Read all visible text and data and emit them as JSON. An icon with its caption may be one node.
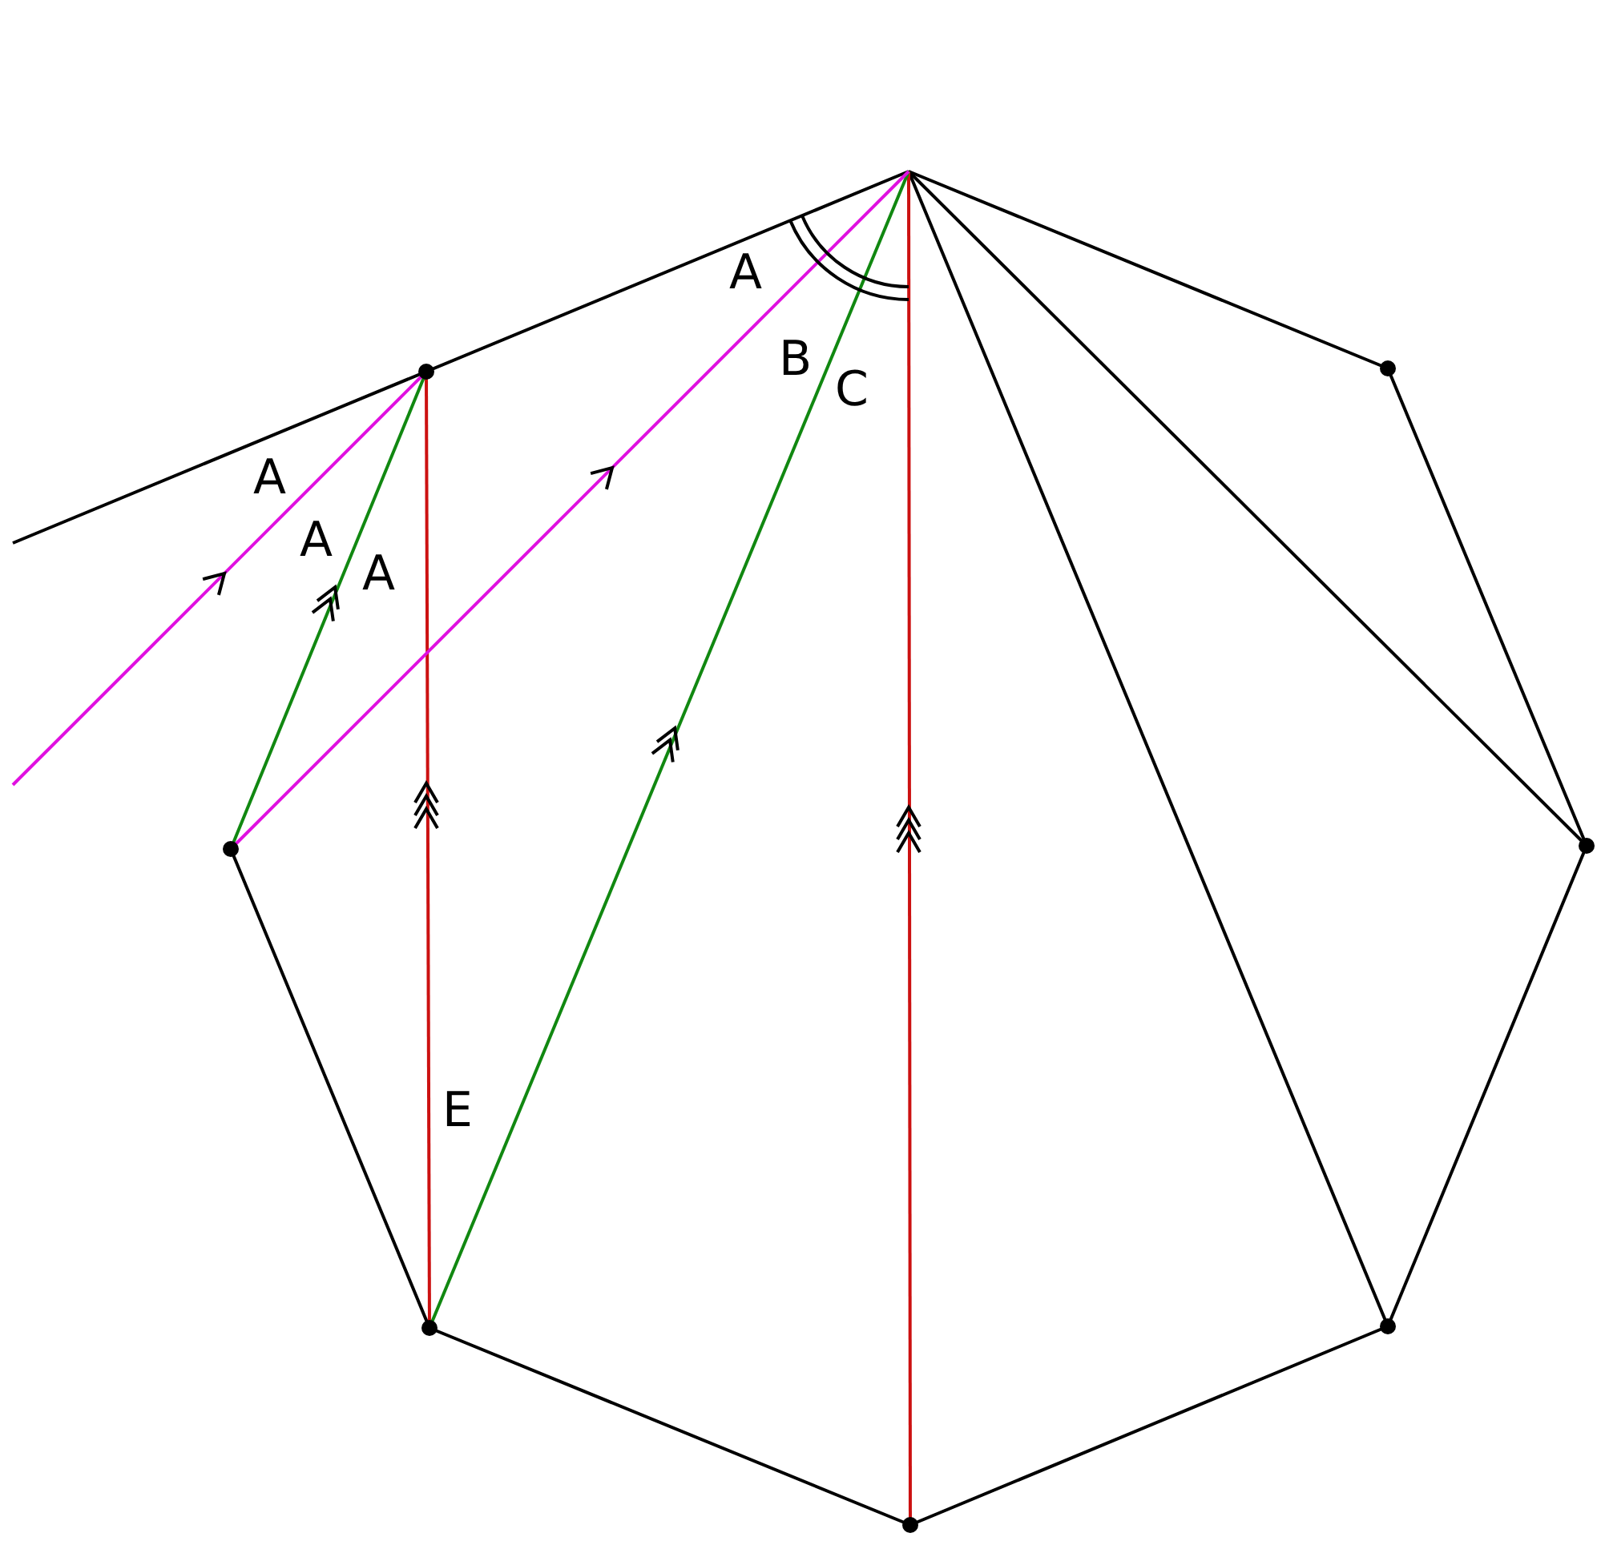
{
  "diagram": {
    "labels": [
      "A",
      "B",
      "C",
      "A",
      "A",
      "A",
      "E"
    ]
  }
}
